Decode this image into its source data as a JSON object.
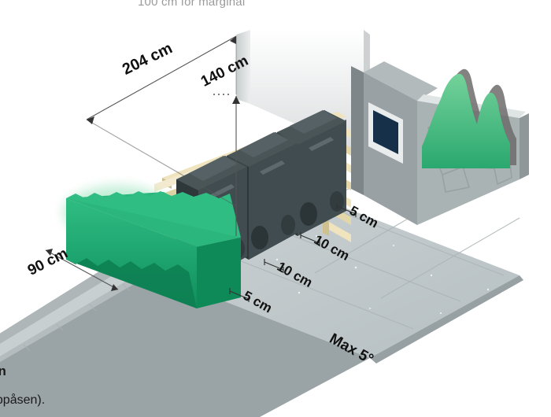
{
  "page": {
    "top_caption": "100 cm för marginal",
    "bottom_heading": "en",
    "bottom_subtext": "soppåsen)."
  },
  "dimensions": {
    "depth": "204 cm",
    "height": "140 cm",
    "path_width": "90 cm",
    "slope": "Max 5°",
    "gap_right_outer": "5 cm",
    "gap_right_inner": "10 cm",
    "gap_left_inner": "10 cm",
    "gap_left_outer": "5 cm"
  },
  "scene": {
    "bins": [
      {
        "name": "wheelie-bin-left"
      },
      {
        "name": "wheelie-bin-middle"
      },
      {
        "name": "wheelie-bin-right"
      }
    ],
    "elements": [
      "slatted-wood-fence",
      "green-hedge",
      "building-wall",
      "window",
      "stone-retaining-wall",
      "shrub",
      "paving-slabs",
      "asphalt-path",
      "curb-stones"
    ]
  },
  "colors": {
    "bin_body": "#3a4548",
    "bin_body_dark": "#2e383b",
    "bin_lid": "#4a5558",
    "bin_lid_light": "#566165",
    "fence_wood": "#e8dcb4",
    "fence_wood_dark": "#c9bb8c",
    "hedge_green": "#16a06a",
    "hedge_green_dark": "#0e8a59",
    "shrub_green": "#5bc389",
    "paving": "#c3cbcd",
    "paving_dark": "#aeb7ba",
    "asphalt": "#9aa3a6",
    "curb": "#c8cfd1",
    "wall_light": "#f2f3f3",
    "wall_grey": "#9aa1a4",
    "stone": "#aab3b4",
    "window": "#16304a",
    "text_dark": "#111111",
    "text_grey": "#9a9a9a",
    "dimension_line": "#555555"
  }
}
